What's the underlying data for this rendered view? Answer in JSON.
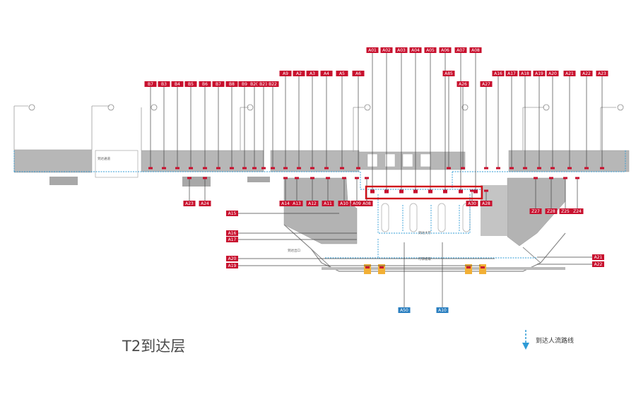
{
  "title": "T2到达层",
  "legend": {
    "label": "到达人流路线"
  },
  "colors": {
    "gate": "#c8102e",
    "flow": "#2e9bd6",
    "building": "#b7b7b7",
    "highlight": "#d0111b",
    "bus": "#2a7fc0"
  },
  "gate_groups": {
    "left": [
      "B7",
      "B3",
      "B4",
      "B5",
      "B6",
      "B7",
      "B8",
      "B9",
      "B20",
      "B21",
      "B22"
    ],
    "center_left": [
      "A9",
      "A2",
      "A3",
      "A4",
      "A5",
      "A6"
    ],
    "top": [
      "A01",
      "A02",
      "A03",
      "A04",
      "A05",
      "A06",
      "A07",
      "A08"
    ],
    "center_right_top": [
      "A85"
    ],
    "center_right": [
      "A26",
      "A27"
    ],
    "right": [
      "A16",
      "A17",
      "A18",
      "A19",
      "A20",
      "A21",
      "A22",
      "A23"
    ],
    "low_left": [
      "A23",
      "A24"
    ],
    "low_center": [
      "A14",
      "A13",
      "A12",
      "A11",
      "A10",
      "A09",
      "A08"
    ],
    "low_center_right": [
      "A30",
      "A28"
    ],
    "low_right": [
      "Z27",
      "Z28",
      "Z25",
      "Z24"
    ],
    "left_side": [
      "A15",
      "A16",
      "A17",
      "A20",
      "A19"
    ],
    "right_side": [
      "A21",
      "A22"
    ],
    "bottom_bus": [
      "A50",
      "A10"
    ]
  },
  "map_labels": {
    "building_left": "到达通道",
    "hall": "到达大厅",
    "exit": "到达出口",
    "lane": "行李提取"
  }
}
